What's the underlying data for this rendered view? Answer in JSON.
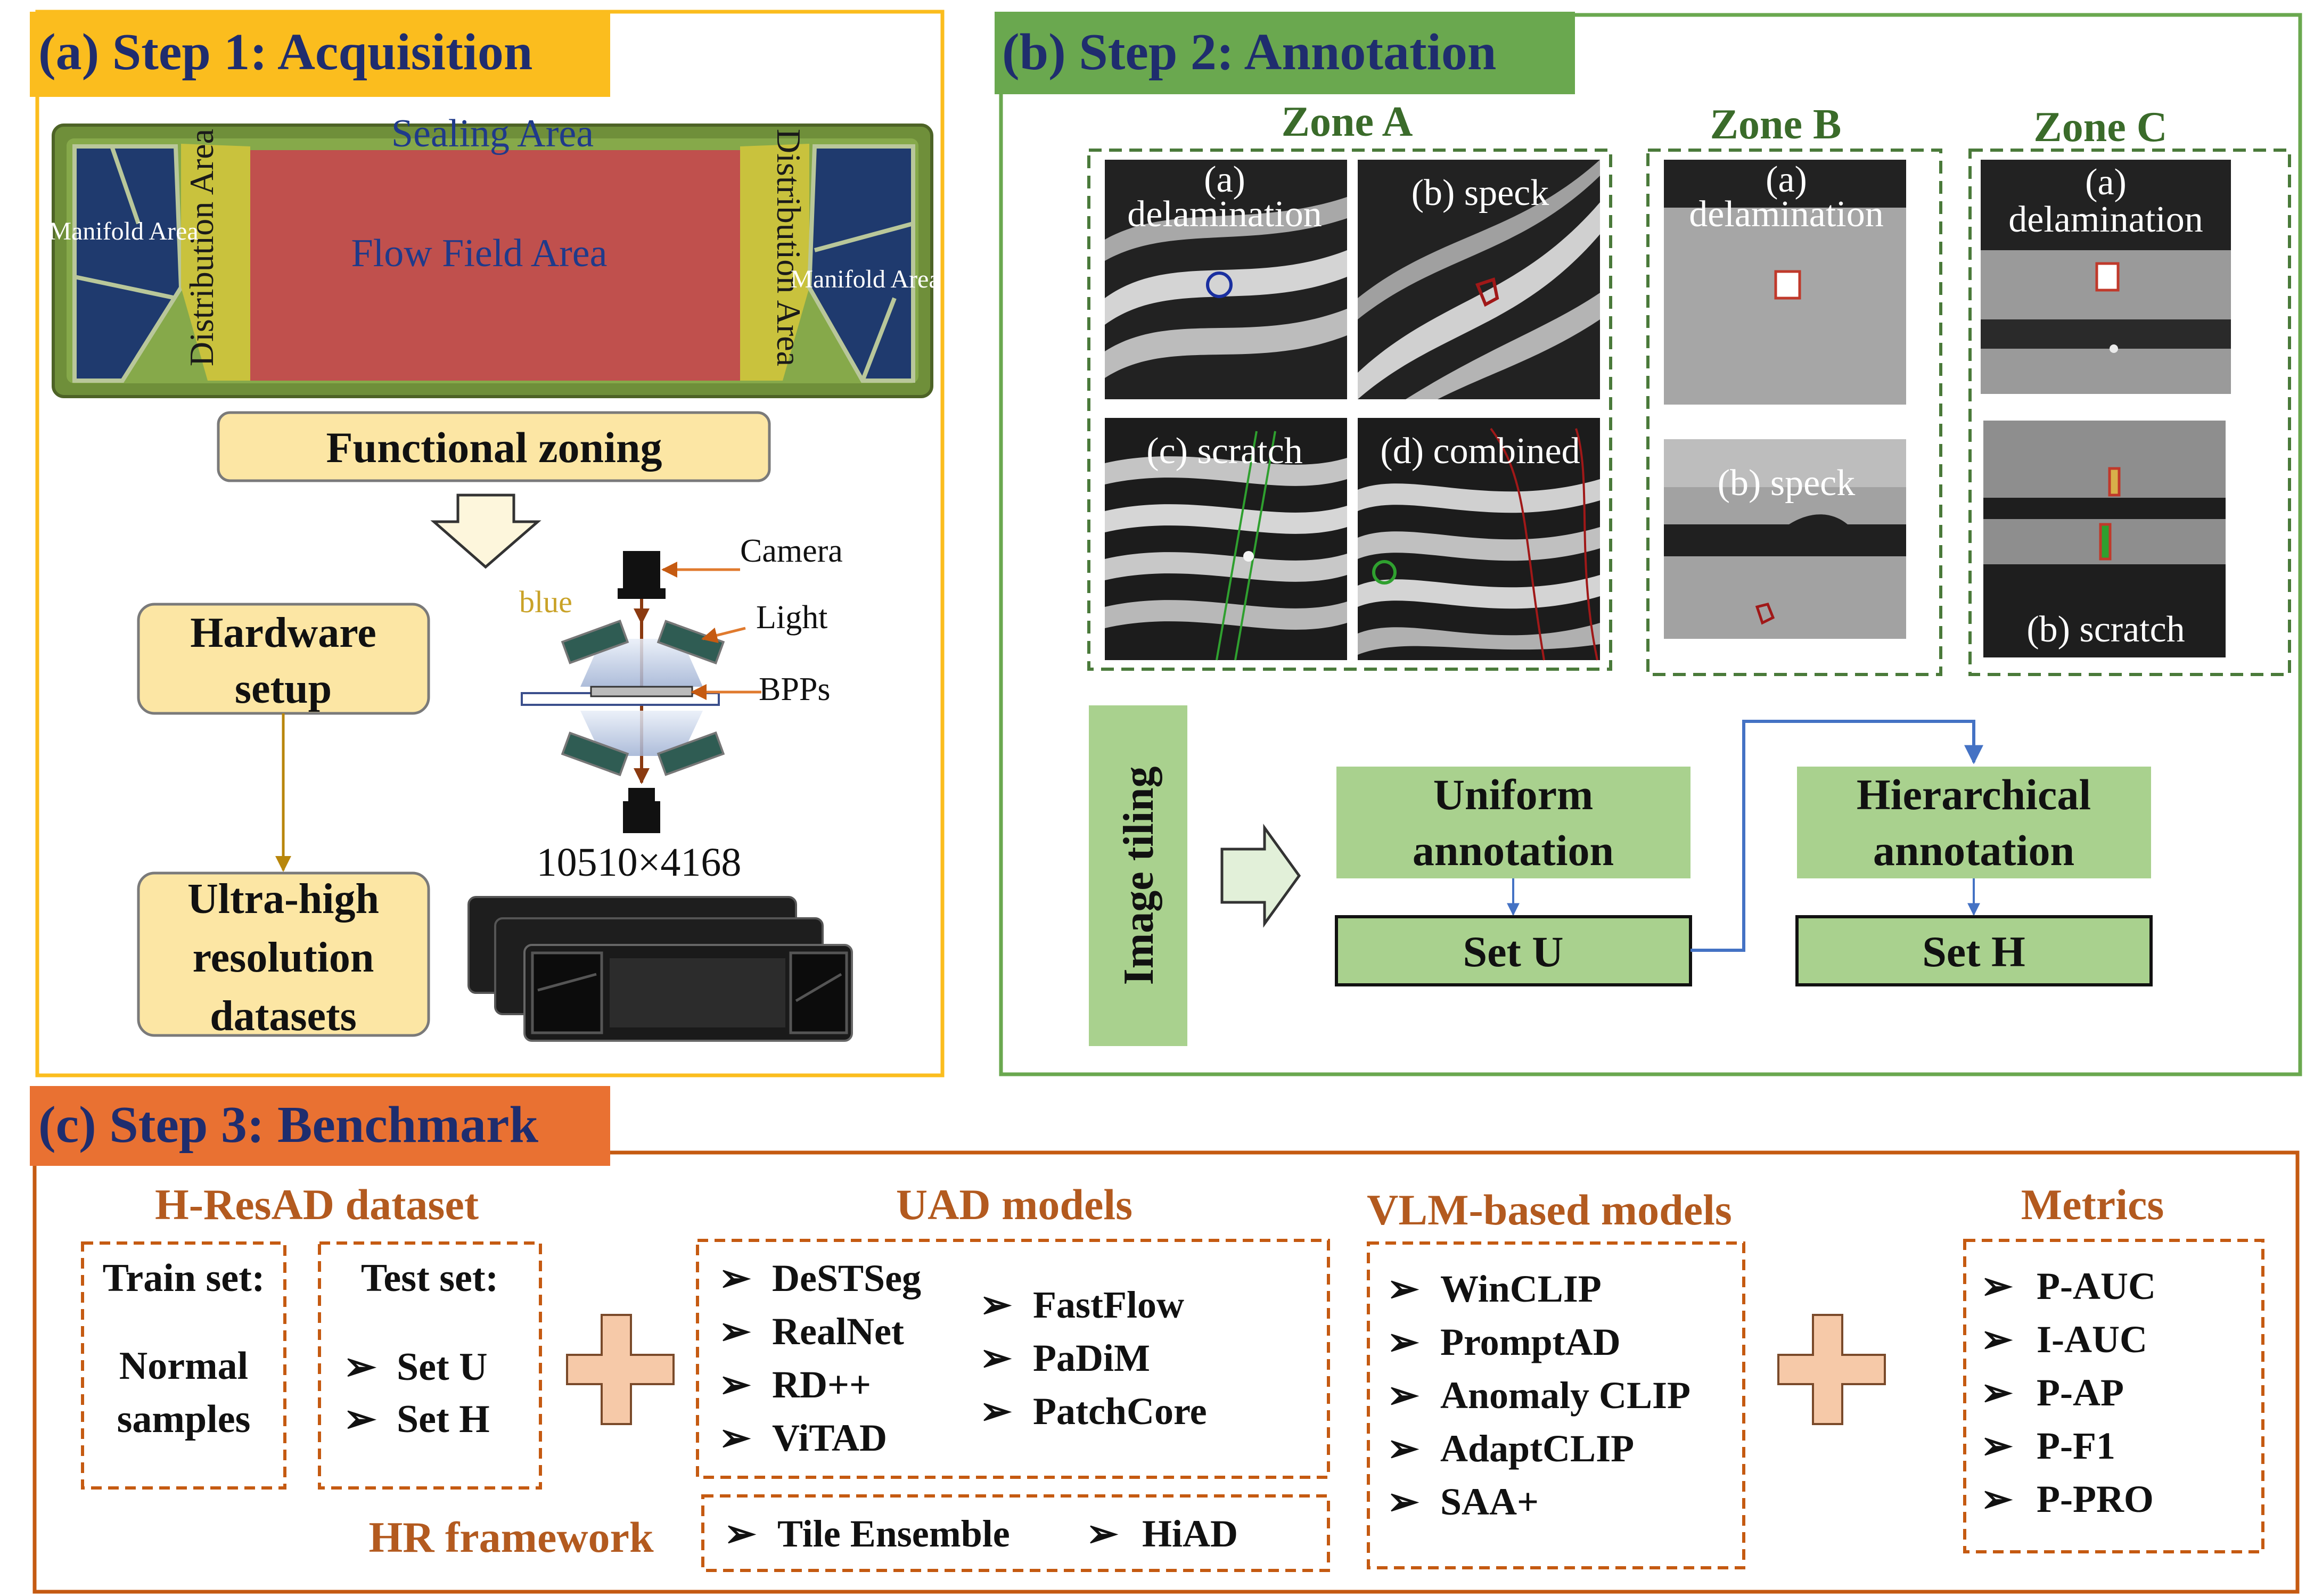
{
  "step1": {
    "title": "(a) Step 1: Acquisition",
    "plate": {
      "sealing_area": "Sealing Area",
      "flow_field_area": "Flow Field Area",
      "distribution_area": "Distribution Area",
      "manifold_area": "Manifold Area"
    },
    "functional_zoning": "Functional zoning",
    "hardware_setup": [
      "Hardware",
      "setup"
    ],
    "datasets": [
      "Ultra-high",
      "resolution",
      "datasets"
    ],
    "optics": {
      "camera": "Camera",
      "light": "Light",
      "bpps": "BPPs",
      "blue": "blue"
    },
    "resolution": "10510×4168"
  },
  "step2": {
    "title": "(b) Step 2: Annotation",
    "zone_a": {
      "title": "Zone A",
      "tiles": [
        [
          "(a)",
          "delamination"
        ],
        [
          "(b) speck"
        ],
        [
          "(c) scratch"
        ],
        [
          "(d) combined"
        ]
      ]
    },
    "zone_b": {
      "title": "Zone B",
      "tiles": [
        [
          "(a)",
          "delamination"
        ],
        [
          "(b) speck"
        ]
      ]
    },
    "zone_c": {
      "title": "Zone C",
      "tiles": [
        [
          "(a)",
          "delamination"
        ],
        [
          "(b) scratch"
        ]
      ]
    },
    "image_tiling": "Image tiling",
    "uniform_annotation": [
      "Uniform",
      "annotation"
    ],
    "hierarchical_annotation": [
      "Hierarchical",
      "annotation"
    ],
    "set_u": "Set U",
    "set_h": "Set H"
  },
  "step3": {
    "title": "(c) Step 3: Benchmark",
    "dataset": {
      "title": "H-ResAD dataset",
      "train_label": "Train set:",
      "train_body": [
        "Normal",
        "samples"
      ],
      "test_label": "Test set:",
      "test_items": [
        "Set U",
        "Set H"
      ]
    },
    "uad": {
      "title": "UAD models",
      "col1": [
        "DeSTSeg",
        "RealNet",
        "RD++",
        "ViTAD"
      ],
      "col2": [
        "FastFlow",
        "PaDiM",
        "PatchCore"
      ]
    },
    "hr": {
      "title": "HR framework",
      "items": [
        "Tile Ensemble",
        "HiAD"
      ]
    },
    "vlm": {
      "title": "VLM-based models",
      "items": [
        "WinCLIP",
        "PromptAD",
        "Anomaly CLIP",
        "AdaptCLIP",
        "SAA+"
      ]
    },
    "metrics": {
      "title": "Metrics",
      "items": [
        "P-AUC",
        "I-AUC",
        "P-AP",
        "P-F1",
        "P-PRO"
      ]
    }
  },
  "colors": {
    "step1": "#fbbd1e",
    "step2": "#6aa84f",
    "step3": "#c55a11",
    "navy": "#1f2d6e",
    "box_yellow": "#fce6a4",
    "box_green": "#a9d18e",
    "orange_text": "#b35a1f",
    "plus": "#f6c9a8",
    "plate_red": "#c0504d",
    "plate_blue": "#1f3a6e",
    "plate_yellow": "#c9c23d"
  }
}
